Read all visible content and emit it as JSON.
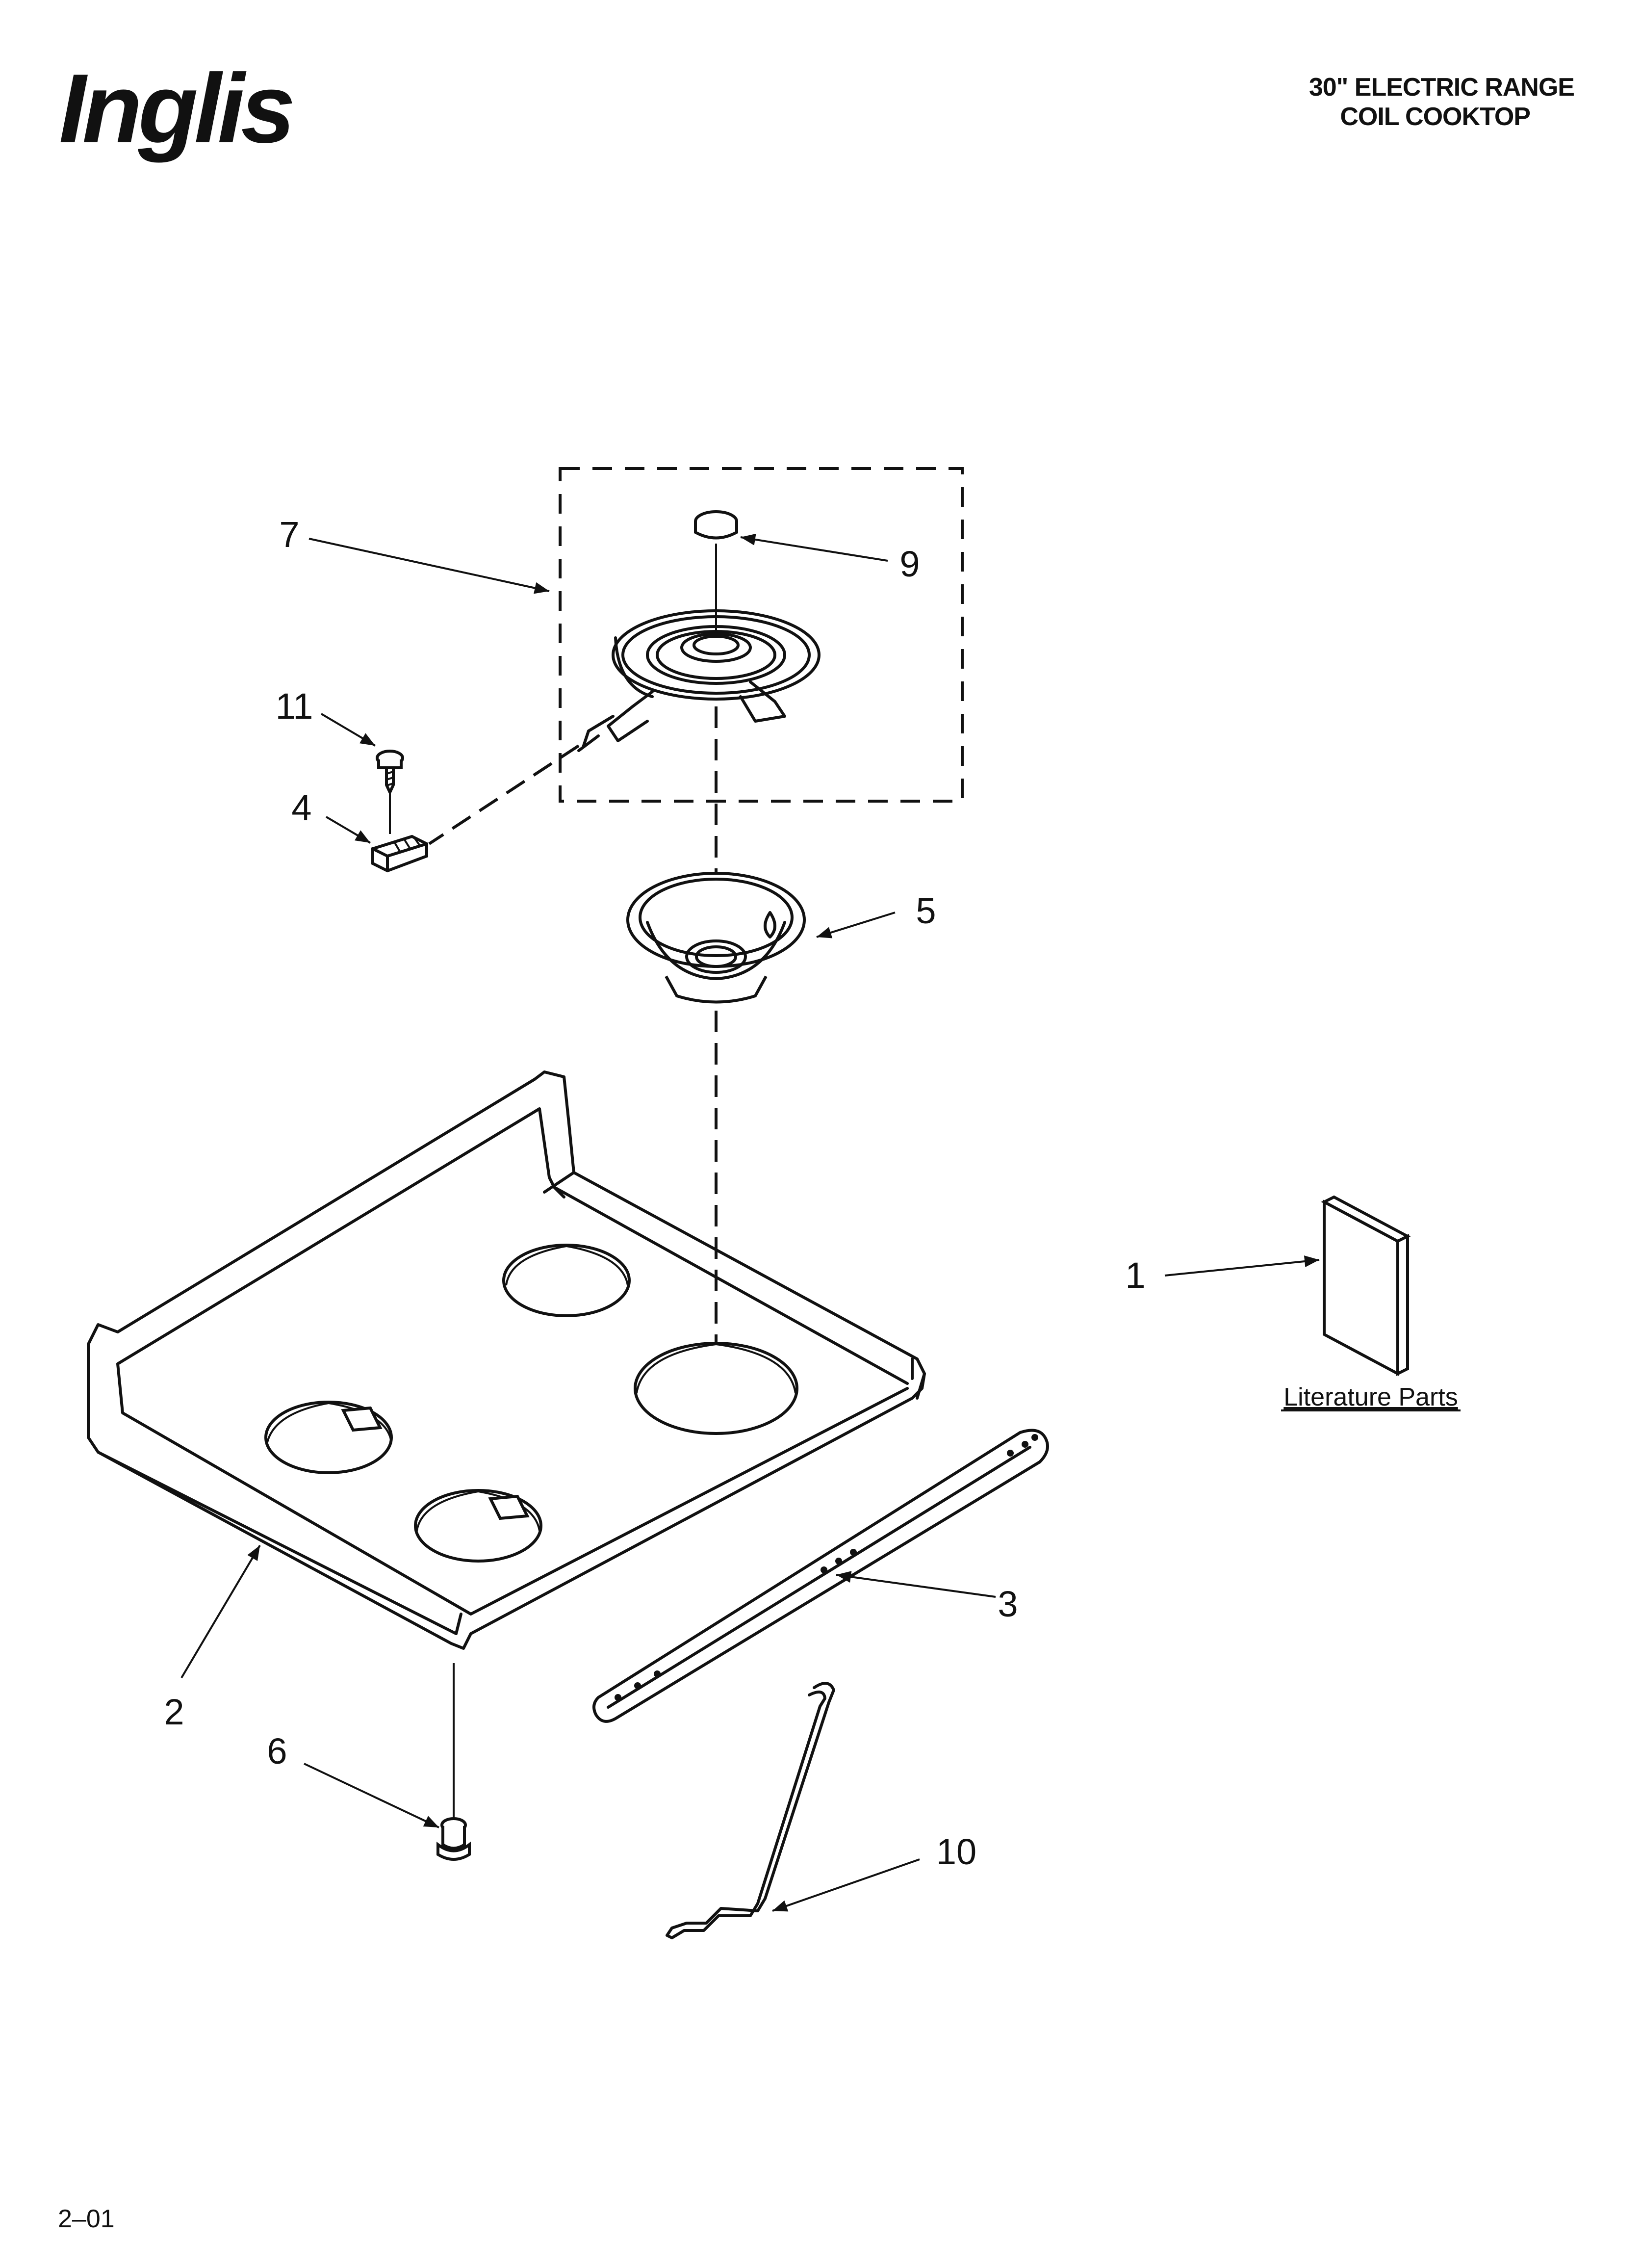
{
  "brand": "Inglis",
  "header": {
    "line1": "30\" ELECTRIC RANGE",
    "line2": "COIL COOKTOP"
  },
  "callouts": {
    "c1": "1",
    "c2": "2",
    "c3": "3",
    "c4": "4",
    "c5": "5",
    "c6": "6",
    "c7": "7",
    "c9": "9",
    "c10": "10",
    "c11": "11"
  },
  "literature_label": "Literature Parts",
  "footer": "2–01"
}
